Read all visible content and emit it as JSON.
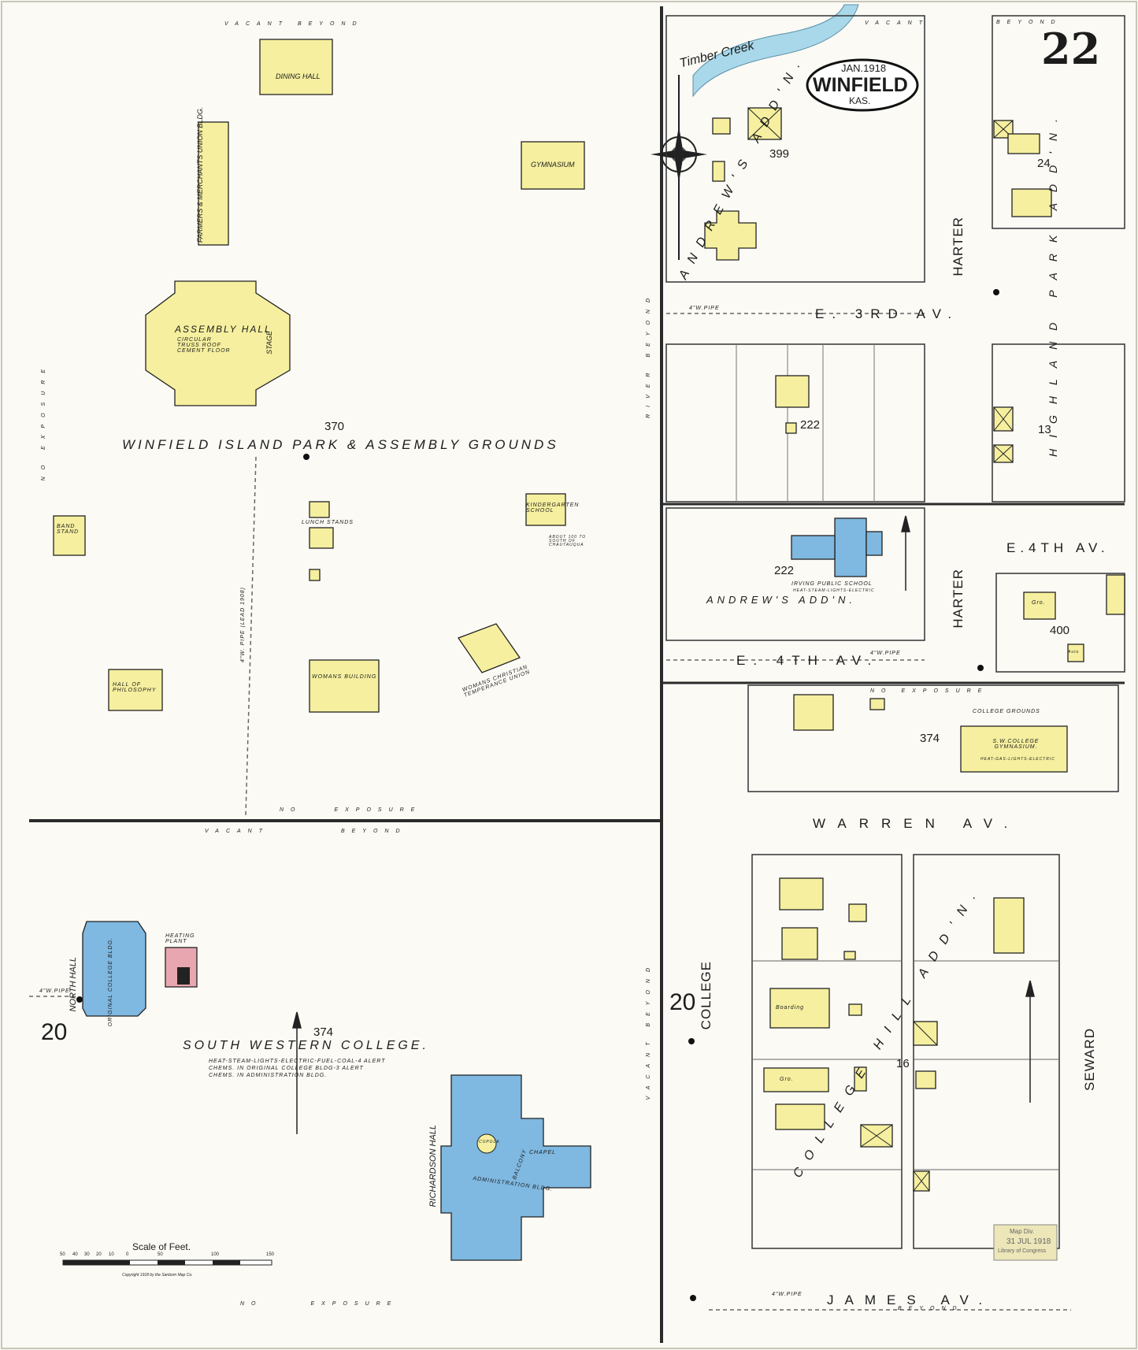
{
  "header": {
    "sheet_number": "22",
    "cartouche_date": "JAN.1918",
    "cartouche_city": "WINFIELD",
    "cartouche_state": "KAS.",
    "creek_label": "Timber Creek"
  },
  "sections": {
    "park_title": "WINFIELD ISLAND PARK & ASSEMBLY GROUNDS",
    "college_title": "SOUTH WESTERN COLLEGE.",
    "college_notes": "HEAT-STEAM-LIGHTS-ELECTRIC-FUEL-COAL-4 ALERT CHEMS. IN ORIGINAL COLLEGE BLDG-3 ALERT CHEMS. IN ADMINISTRATION BLDG.",
    "andrews_addn": "ANDREW'S ADD'N.",
    "andrews_addn_lower": "ANDREW'S ADD'N.",
    "highland_park_addn": "HIGHLAND PARK ADD'N.",
    "college_hill_addn": "COLLEGE HILL ADD'N.",
    "college_grounds": "COLLEGE GROUNDS"
  },
  "buildings": {
    "dining_hall": "DINING HALL",
    "gymnasium": "GYMNASIUM",
    "farmers_bldg": "FARMERS & MERCHANTS UNION BLDG.",
    "assembly_hall": "ASSEMBLY HALL",
    "assembly_note": "CIRCULAR TRUSS ROOF CEMENT FLOOR",
    "stage": "STAGE",
    "band_stand": "BAND STAND",
    "lunch_stands": "LUNCH STANDS",
    "kindergarten": "KINDERGARTEN SCHOOL",
    "kindergarten_note": "ABOUT 100 TO SOUTH OF CHAUTAUQUA",
    "hall_philosophy": "HALL OF PHILOSOPHY",
    "womans_building": "WOMANS BUILDING",
    "wctu": "WOMANS CHRISTIAN TEMPERANCE UNION",
    "north_hall": "NORTH HALL",
    "original_college": "ORIGINAL COLLEGE BLDG.",
    "heating_plant": "HEATING PLANT",
    "richardson_hall": "RICHARDSON HALL",
    "chapel": "CHAPEL",
    "administration": "ADMINISTRATION BLDG.",
    "balcony": "BALCONY",
    "cupola": "CUPOLA",
    "irving_school": "IRVING PUBLIC SCHOOL",
    "irving_note": "HEAT-STEAM-LIGHTS-ELECTRIC",
    "sw_gym": "S.W.COLLEGE GYMNASIUM.",
    "sw_gym_note": "HEAT-GAS-LIGHTS-ELECTRIC",
    "boarding": "Boarding",
    "gro_1": "Gro.",
    "gro_2": "Gro.",
    "auto": "Auto"
  },
  "streets": {
    "e3rd": "E. 3RD AV.",
    "e4th_lower": "E. 4TH AV.",
    "e4th_right": "E.4TH AV.",
    "warren": "WARREN AV.",
    "james": "JAMES AV.",
    "harter_upper": "HARTER",
    "harter_lower": "HARTER",
    "college": "COLLEGE",
    "seward": "SEWARD",
    "river_beyond": "RIVER BEYOND",
    "vacant_beyond_right": "VACANT BEYOND"
  },
  "exposure": {
    "vacant_beyond_top": "VACANT BEYOND",
    "vacant_beyond_mid": "VACANT BEYOND",
    "no_exposure_mid": "NO EXPOSURE",
    "no_exposure_left": "NO EXPOSURE",
    "no_exposure_bottom": "NO EXPOSURE",
    "no_exposure_grounds": "NO EXPOSURE",
    "vacant_top_right": "VACANT",
    "beyond_top_right": "BEYOND",
    "beyond_bottom": "BEYOND"
  },
  "block_numbers": {
    "b370": "370",
    "b374_left": "374",
    "b374_right": "374",
    "b399": "399",
    "b222_upper": "222",
    "b222_lower": "222",
    "b400": "400",
    "b24": "24",
    "b13": "13",
    "b16": "16",
    "b20_left": "20",
    "b20_right": "20"
  },
  "pipes": {
    "pipe_3rd": "4\"W.PIPE",
    "pipe_4th": "4\"W.PIPE",
    "pipe_left": "4\"W.PIPE",
    "pipe_james": "4\"W.PIPE",
    "pipe_park": "4\"W. PIPE (LEAD 1908)"
  },
  "scale": {
    "title": "Scale of Feet.",
    "ticks": [
      "50",
      "40",
      "30",
      "20",
      "10",
      "0",
      "50",
      "100",
      "150"
    ]
  },
  "copyright": "Copyright 1918 by the Sanborn Map Co.",
  "stamp": {
    "line1": "Map Div.",
    "line2": "31 JUL 1918",
    "line3": "Library of Congress"
  },
  "colors": {
    "frame": "#2b2b2b",
    "frame_building": "#f5ef9f",
    "brick_building": "#e8a7b0",
    "stone_building": "#7fb8e0",
    "water": "#a8d8ea"
  }
}
